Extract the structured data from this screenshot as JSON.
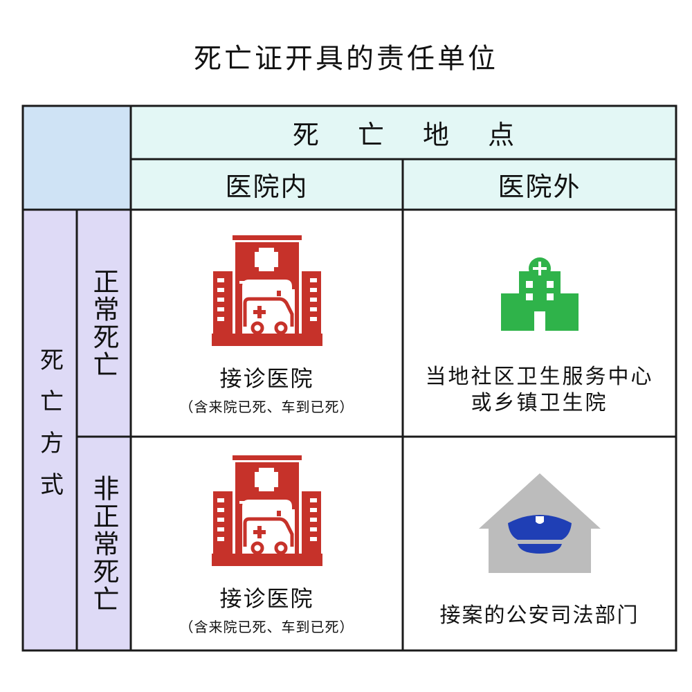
{
  "title": "死亡证开具的责任单位",
  "header": {
    "location_title": "死 亡 地 点",
    "col_inside": "医院内",
    "col_outside": "医院外"
  },
  "side": {
    "manner_title": "死亡方式",
    "row_normal": "正常死亡",
    "row_abnormal": "非正常死亡"
  },
  "cells": {
    "normal_inside": {
      "label": "接诊医院",
      "note": "（含来院已死、车到已死）",
      "icon": "hospital-ambulance-icon"
    },
    "normal_outside": {
      "line1": "当地社区卫生服务中心",
      "line2": "或乡镇卫生院",
      "icon": "clinic-building-icon"
    },
    "abnormal_inside": {
      "label": "接诊医院",
      "note": "（含来院已死、车到已死）",
      "icon": "hospital-ambulance-icon"
    },
    "abnormal_outside": {
      "label": "接案的公安司法部门",
      "icon": "police-station-icon"
    }
  },
  "colors": {
    "corner": "#cfe3f5",
    "header": "#e3f7f5",
    "side": "#dedaf6",
    "hospital_red": "#c6322a",
    "clinic_green": "#2fb34a",
    "police_gray": "#bcbcbc",
    "police_blue": "#1f3fb5"
  }
}
